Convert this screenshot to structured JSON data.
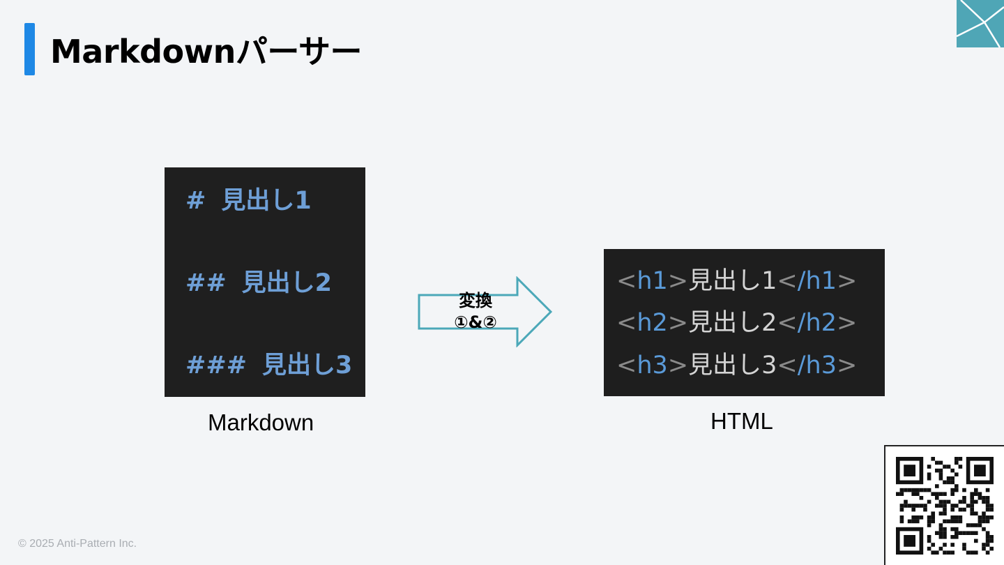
{
  "slide": {
    "title": "Markdownパーサー",
    "copyright": "© 2025 Anti-Pattern Inc."
  },
  "markdown_panel": {
    "lines": [
      {
        "hash": "#",
        "text": "見出し1"
      },
      {
        "hash": "##",
        "text": "見出し2"
      },
      {
        "hash": "###",
        "text": "見出し3"
      }
    ],
    "caption": "Markdown"
  },
  "arrow": {
    "label_line1": "変換",
    "label_line2": "①&②"
  },
  "html_panel": {
    "lines": [
      {
        "open": "h1",
        "text": "見出し1",
        "close": "/h1"
      },
      {
        "open": "h2",
        "text": "見出し2",
        "close": "/h2"
      },
      {
        "open": "h3",
        "text": "見出し3",
        "close": "/h3"
      }
    ],
    "caption": "HTML"
  },
  "colors": {
    "accent": "#1e88e5",
    "markdown_text": "#6e9fd6",
    "html_tag": "#5a9ad8",
    "html_bracket": "#8a8a8a",
    "arrow_stroke": "#4ba8b8",
    "logo": "#4fa6b6"
  },
  "icons": {
    "corner_logo": "corner-logo-icon",
    "qr": "qr-code-icon"
  }
}
